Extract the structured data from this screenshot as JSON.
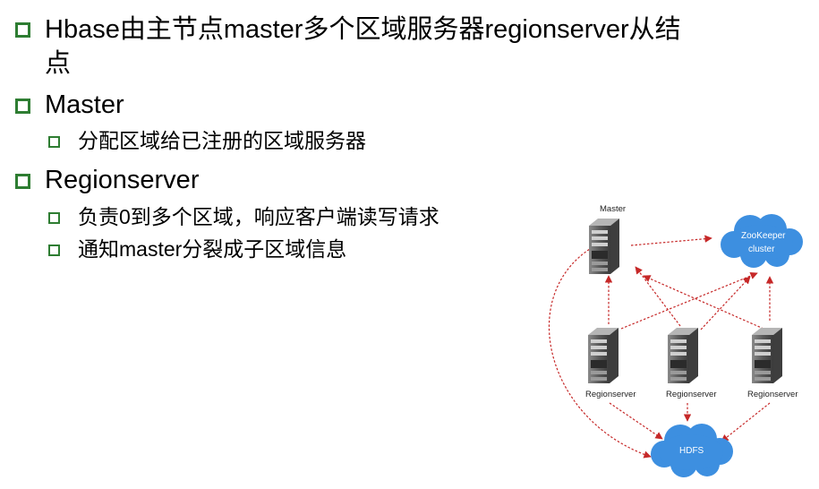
{
  "bullets": {
    "hbase": {
      "line1": "Hbase由主节点master多个区域服务器regionserver从结",
      "line2": "点"
    },
    "master": {
      "title": "Master",
      "items": [
        "分配区域给已注册的区域服务器"
      ]
    },
    "regionserver": {
      "title": "Regionserver",
      "items": [
        "负责0到多个区域，响应客户端读写请求",
        "通知master分裂成子区域信息"
      ]
    }
  },
  "diagram": {
    "master_label": "Master",
    "zookeeper_label_1": "ZooKeeper",
    "zookeeper_label_2": "cluster",
    "regionservers": [
      "Regionserver",
      "Regionserver",
      "Regionserver"
    ],
    "hdfs_label": "HDFS",
    "colors": {
      "bullet": "#2e7d32",
      "arrow": "#c62828",
      "cloud": "#3d8fe0",
      "server": "#555555"
    }
  }
}
